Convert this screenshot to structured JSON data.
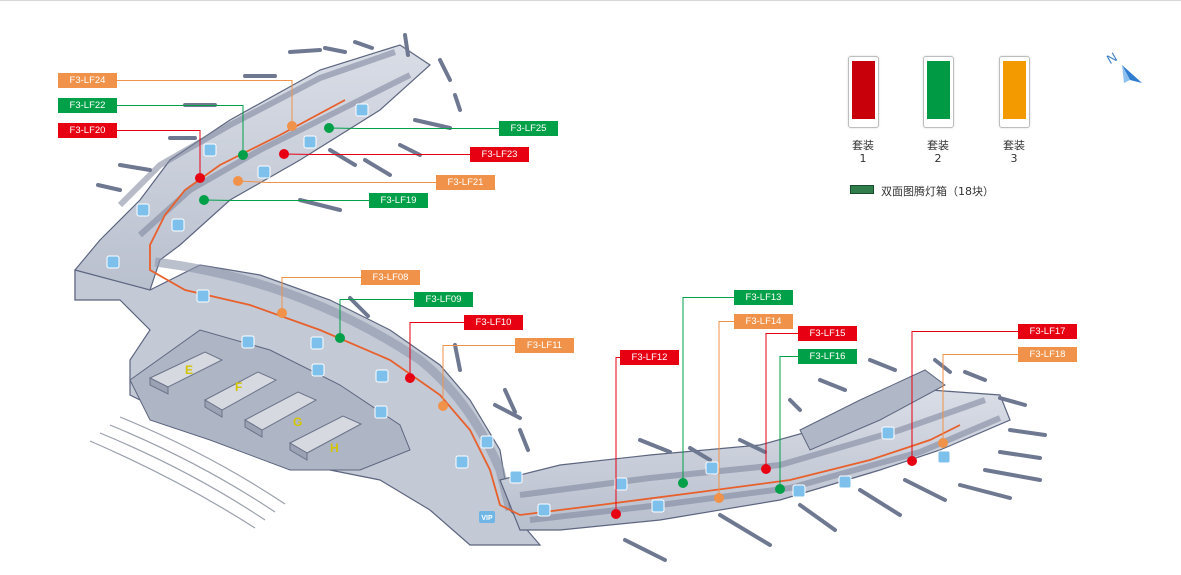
{
  "map": {
    "gates": [
      {
        "id": "F3-LF24",
        "suite": 3,
        "dot": [
          292,
          126
        ],
        "label": [
          58,
          73
        ]
      },
      {
        "id": "F3-LF22",
        "suite": 2,
        "dot": [
          243,
          155
        ],
        "label": [
          58,
          98
        ]
      },
      {
        "id": "F3-LF20",
        "suite": 1,
        "dot": [
          200,
          178
        ],
        "label": [
          58,
          123
        ]
      },
      {
        "id": "F3-LF25",
        "suite": 2,
        "dot": [
          329,
          128
        ],
        "label": [
          499,
          121
        ]
      },
      {
        "id": "F3-LF23",
        "suite": 1,
        "dot": [
          284,
          154
        ],
        "label": [
          470,
          147
        ]
      },
      {
        "id": "F3-LF21",
        "suite": 3,
        "dot": [
          238,
          181
        ],
        "label": [
          436,
          175
        ]
      },
      {
        "id": "F3-LF19",
        "suite": 2,
        "dot": [
          204,
          200
        ],
        "label": [
          369,
          193
        ]
      },
      {
        "id": "F3-LF08",
        "suite": 3,
        "dot": [
          282,
          313
        ],
        "label": [
          361,
          270
        ]
      },
      {
        "id": "F3-LF09",
        "suite": 2,
        "dot": [
          340,
          338
        ],
        "label": [
          414,
          292
        ]
      },
      {
        "id": "F3-LF10",
        "suite": 1,
        "dot": [
          410,
          378
        ],
        "label": [
          464,
          315
        ]
      },
      {
        "id": "F3-LF11",
        "suite": 3,
        "dot": [
          443,
          406
        ],
        "label": [
          515,
          338
        ]
      },
      {
        "id": "F3-LF12",
        "suite": 1,
        "dot": [
          616,
          514
        ],
        "label": [
          620,
          350
        ]
      },
      {
        "id": "F3-LF13",
        "suite": 2,
        "dot": [
          683,
          483
        ],
        "label": [
          734,
          290
        ]
      },
      {
        "id": "F3-LF14",
        "suite": 3,
        "dot": [
          719,
          498
        ],
        "label": [
          734,
          314
        ]
      },
      {
        "id": "F3-LF15",
        "suite": 1,
        "dot": [
          766,
          469
        ],
        "label": [
          798,
          326
        ]
      },
      {
        "id": "F3-LF16",
        "suite": 2,
        "dot": [
          780,
          489
        ],
        "label": [
          798,
          349
        ]
      },
      {
        "id": "F3-LF17",
        "suite": 1,
        "dot": [
          912,
          461
        ],
        "label": [
          1018,
          324
        ]
      },
      {
        "id": "F3-LF18",
        "suite": 3,
        "dot": [
          943,
          443
        ],
        "label": [
          1018,
          347
        ]
      }
    ],
    "zone_letters": [
      "E",
      "F",
      "G",
      "H"
    ],
    "vip_label": "VIP"
  },
  "legend": {
    "suites": [
      {
        "name": "套装",
        "number": "1",
        "color": "#c8000a"
      },
      {
        "name": "套装",
        "number": "2",
        "color": "#009a44"
      },
      {
        "name": "套装",
        "number": "3",
        "color": "#f39a00"
      }
    ],
    "lightbox_text": "双面图腾灯箱（18块）",
    "lightbox_color": "#2e7d4a"
  },
  "colors": {
    "suite_1": "#e60012",
    "suite_2": "#00a048",
    "suite_3": "#f0924a",
    "route": "#e8602c",
    "building_top": "#c8cdd8",
    "building_side": "#8e96ab",
    "pier_edge": "#5d6680",
    "bridge": "#6f7891"
  },
  "compass": {
    "label": "N"
  }
}
